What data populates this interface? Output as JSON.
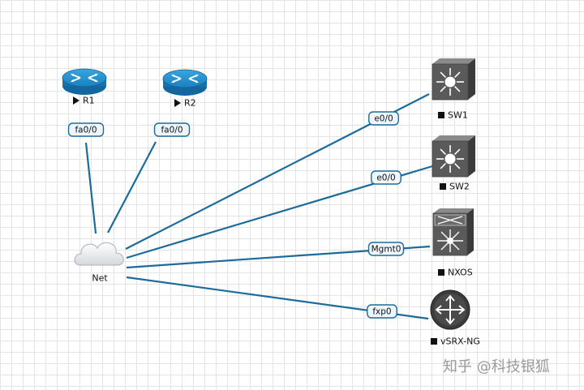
{
  "nodes": [
    {
      "id": "R1",
      "label": "R1",
      "kind": "router",
      "state": "running"
    },
    {
      "id": "R2",
      "label": "R2",
      "kind": "router",
      "state": "running"
    },
    {
      "id": "SW1",
      "label": "SW1",
      "kind": "l3switch",
      "state": "stopped"
    },
    {
      "id": "SW2",
      "label": "SW2",
      "kind": "l3switch",
      "state": "stopped"
    },
    {
      "id": "NXOS",
      "label": "NXOS",
      "kind": "nexus",
      "state": "stopped"
    },
    {
      "id": "VSRX",
      "label": "vSRX-NG",
      "kind": "firewall",
      "state": "stopped"
    },
    {
      "id": "NET",
      "label": "Net",
      "kind": "cloud",
      "state": "none"
    }
  ],
  "links": [
    {
      "from": "R1",
      "to": "NET",
      "label": "fa0/0"
    },
    {
      "from": "R2",
      "to": "NET",
      "label": "fa0/0"
    },
    {
      "from": "SW1",
      "to": "NET",
      "label": "e0/0"
    },
    {
      "from": "SW2",
      "to": "NET",
      "label": "e0/0"
    },
    {
      "from": "NXOS",
      "to": "NET",
      "label": "Mgmt0"
    },
    {
      "from": "VSRX",
      "to": "NET",
      "label": "fxp0"
    }
  ],
  "colors": {
    "link": "#1c6b9a",
    "router": "#1b7fbd",
    "device": "#555555"
  },
  "watermark": "知乎 @科技银狐"
}
